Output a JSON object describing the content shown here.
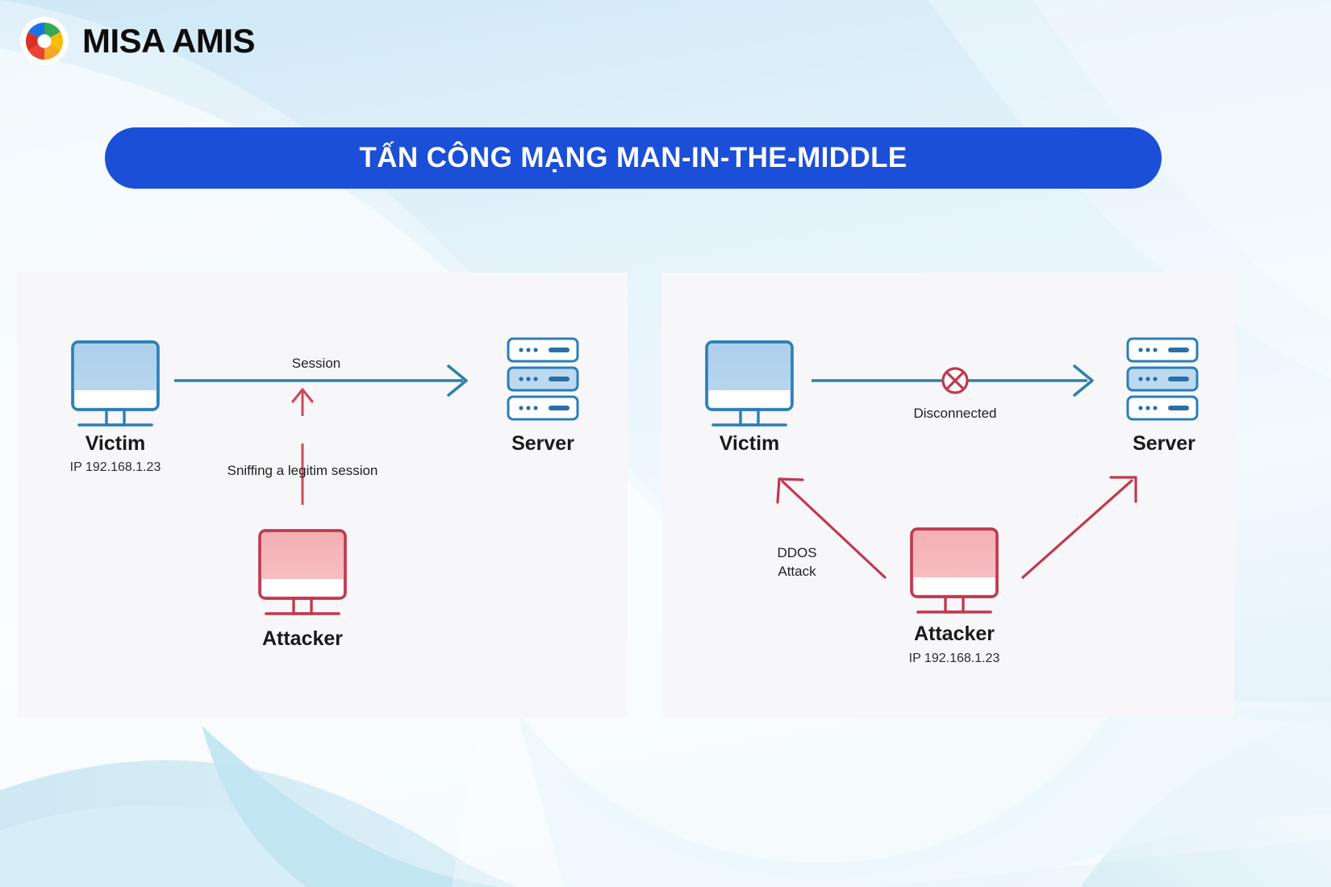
{
  "brand": {
    "name": "MISA AMIS",
    "logo_icon": "misa-aperture-logo-icon",
    "logo_colors": [
      "#1a73e8",
      "#34a853",
      "#fbbc05",
      "#ea4335"
    ]
  },
  "title": {
    "text": "TẤN CÔNG MẠNG MAN-IN-THE-MIDDLE",
    "background_color": "#1b4fd8",
    "text_color": "#ffffff"
  },
  "theme": {
    "page_background_top": "#d3eaf7",
    "page_background_bottom": "#e8f5fb",
    "panel_background": "#f7f7f9",
    "blue_accent": "#2b7fb8",
    "blue_fill": "#a9cfec",
    "red_accent": "#c0394f",
    "red_fill": "#f4b3b8",
    "teal_line": "#2d82a8"
  },
  "diagrams": [
    {
      "id": "session-hijacking",
      "nodes": [
        {
          "id": "victim",
          "label": "Victim",
          "ip": "IP 192.168.1.23",
          "icon": "monitor-icon",
          "color": "blue"
        },
        {
          "id": "server",
          "label": "Server",
          "ip": "",
          "icon": "server-icon",
          "color": "blue"
        },
        {
          "id": "attacker",
          "label": "Attacker",
          "ip": "",
          "icon": "monitor-icon",
          "color": "red"
        }
      ],
      "edges": [
        {
          "id": "session-edge",
          "label": "Session",
          "from": "victim",
          "to": "server",
          "color": "teal"
        },
        {
          "id": "sniffing-edge",
          "label": "Sniffing a legitim session",
          "from": "attacker",
          "to": "session-edge",
          "color": "red"
        }
      ]
    },
    {
      "id": "ddos-attack",
      "nodes": [
        {
          "id": "victim",
          "label": "Victim",
          "ip": "",
          "icon": "monitor-icon",
          "color": "blue"
        },
        {
          "id": "server",
          "label": "Server",
          "ip": "",
          "icon": "server-icon",
          "color": "blue"
        },
        {
          "id": "attacker",
          "label": "Attacker",
          "ip": "IP 192.168.1.23",
          "icon": "monitor-icon",
          "color": "red"
        }
      ],
      "edges": [
        {
          "id": "disconnected-edge",
          "label": "Disconnected",
          "from": "victim",
          "to": "server",
          "color": "teal",
          "marker": "blocked-circle-x-icon"
        },
        {
          "id": "ddos-victim-edge",
          "label": "DDOS\nAttack",
          "from": "attacker",
          "to": "victim",
          "color": "red"
        },
        {
          "id": "ddos-server-edge",
          "label": "",
          "from": "attacker",
          "to": "server",
          "color": "red"
        }
      ]
    }
  ]
}
